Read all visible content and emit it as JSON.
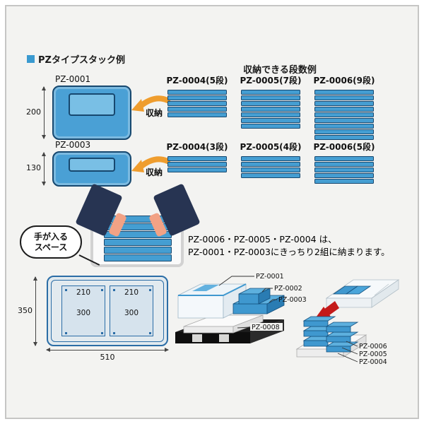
{
  "header": {
    "title": "PZタイプスタック例",
    "columns_title": "収納できる段数例"
  },
  "row1": {
    "container_label": "PZ-0001",
    "dim": "200",
    "arrow_label": "収納",
    "stacks": [
      {
        "label": "PZ-0004(5段)",
        "layers": 5
      },
      {
        "label": "PZ-0005(7段)",
        "layers": 7
      },
      {
        "label": "PZ-0006(9段)",
        "layers": 9
      }
    ]
  },
  "row2": {
    "container_label": "PZ-0003",
    "dim": "130",
    "arrow_label": "収納",
    "stacks": [
      {
        "label": "PZ-0004(3段)",
        "layers": 3
      },
      {
        "label": "PZ-0005(4段)",
        "layers": 4
      },
      {
        "label": "PZ-0006(5段)",
        "layers": 5
      }
    ]
  },
  "middle": {
    "bubble_text": "手が入る\nスペース",
    "hand_stack_layers": 6,
    "note_line1": "PZ-0006・PZ-0005・PZ-0004 は、",
    "note_line2": "PZ-0001・PZ-0003にきっちり2組に納まります。"
  },
  "drawing": {
    "height_dim": "350",
    "width_dim": "510",
    "cell_width": "210",
    "cell_height": "300"
  },
  "iso": {
    "labels": [
      "PZ-0001",
      "PZ-0002",
      "PZ-0003",
      "PZ-0008",
      "PZ-0006",
      "PZ-0005",
      "PZ-0004"
    ]
  },
  "colors": {
    "accent_blue": "#3f98cf",
    "dark_blue": "#17486f",
    "orange": "#ef9d2e",
    "navy": "#273452",
    "salmon": "#f2a285",
    "red": "#c41a1a"
  }
}
